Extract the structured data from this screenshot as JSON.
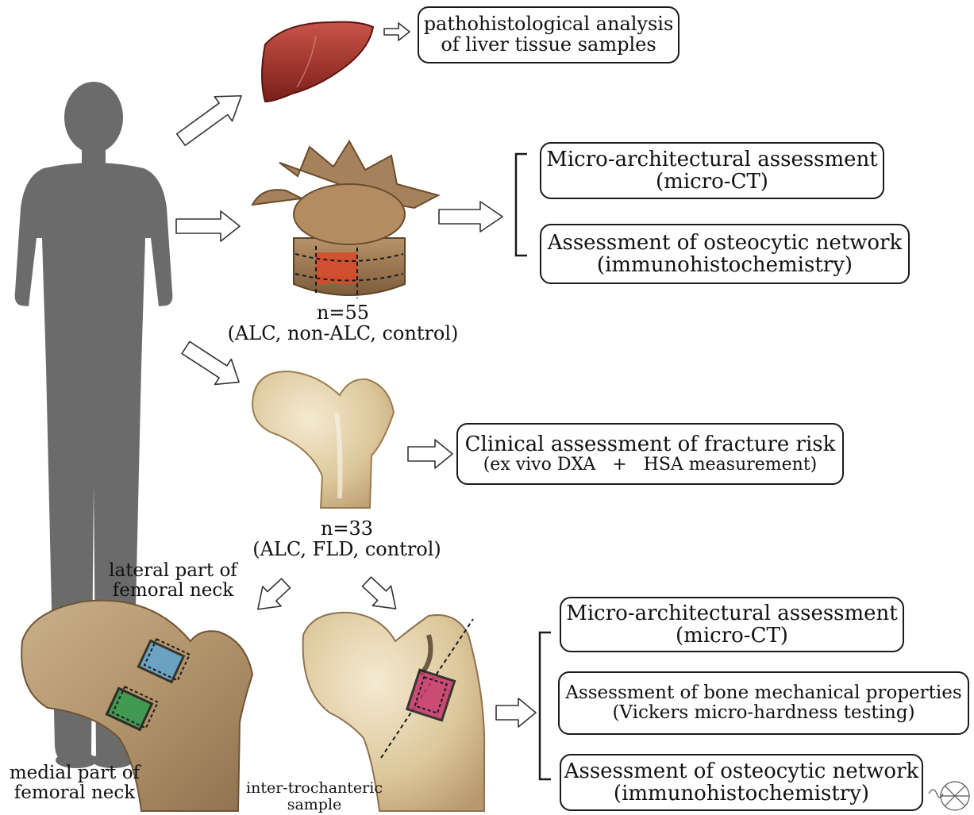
{
  "colors": {
    "silhouette": "#6b6b6b",
    "liver": "#a8342c",
    "vertebra": "#9c7a55",
    "bone_light": "#dcc79a",
    "bone_dark": "#b89a6e",
    "roi_blue": "#5aa6d8",
    "roi_green": "#2e9a4e",
    "roi_pink": "#c5356c",
    "roi_red": "#d84a2a",
    "box_border": "#1a1a1a",
    "arrow_stroke": "#333333"
  },
  "icons": [
    "human-silhouette-icon",
    "liver-icon",
    "vertebra-icon",
    "femur-icon",
    "femur-section-icon",
    "outline-arrow-icon",
    "signature-icon"
  ],
  "liver_box": {
    "line1": "pathohistological analysis",
    "line2": "of liver tissue samples"
  },
  "vertebra_boxes": {
    "micro_ct": {
      "line1": "Micro-architectural assessment",
      "line2": "(micro-CT)"
    },
    "osteocytic": {
      "line1": "Assessment of osteocytic network",
      "line2": "(immunohistochemistry)"
    }
  },
  "vertebra_caption": {
    "line1": "n=55",
    "line2": "(ALC, non-ALC, control)"
  },
  "femur_box": {
    "line1": "Clinical assessment of fracture risk",
    "line2": "(ex vivo DXA   +   HSA measurement)"
  },
  "femur_caption": {
    "line1": "n=33",
    "line2": "(ALC, FLD, control)"
  },
  "section_labels": {
    "lateral": {
      "line1": "lateral part of",
      "line2": "femoral neck"
    },
    "medial": {
      "line1": "medial part of",
      "line2": "femoral neck"
    },
    "inter": {
      "line1": "inter-trochanteric",
      "line2": "sample"
    }
  },
  "bottom_boxes": {
    "micro_ct": {
      "line1": "Micro-architectural assessment",
      "line2": "(micro-CT)"
    },
    "mechanical": {
      "line1": "Assessment of bone mechanical properties",
      "line2": "(Vickers micro-hardness testing)"
    },
    "osteocytic": {
      "line1": "Assessment of osteocytic network",
      "line2": "(immunohistochemistry)"
    }
  }
}
